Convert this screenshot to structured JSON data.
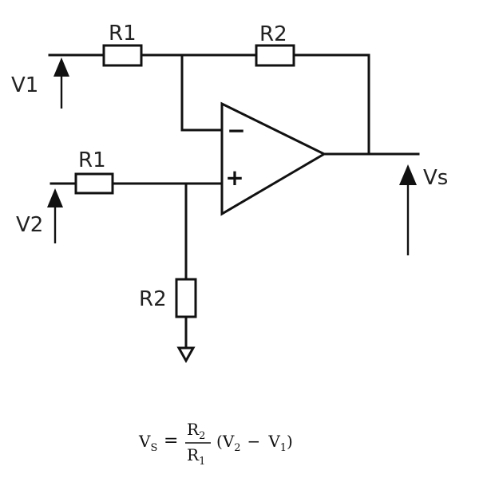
{
  "labels": {
    "r1_top": "R1",
    "r2_top": "R2",
    "r1_bottom": "R1",
    "r2_bottom": "R2",
    "v1": "V1",
    "v2": "V2",
    "vs": "Vs"
  },
  "opamp": {
    "minus": "−",
    "plus": "+"
  },
  "formula": {
    "lhs_main": "V",
    "lhs_sub": "S",
    "equals": "=",
    "num_main": "R",
    "num_sub": "2",
    "den_main": "R",
    "den_sub": "1",
    "open_paren": "(",
    "v2_main": "V",
    "v2_sub": "2",
    "minus": "−",
    "v1_main": "V",
    "v1_sub": "1",
    "close_paren": ")"
  }
}
